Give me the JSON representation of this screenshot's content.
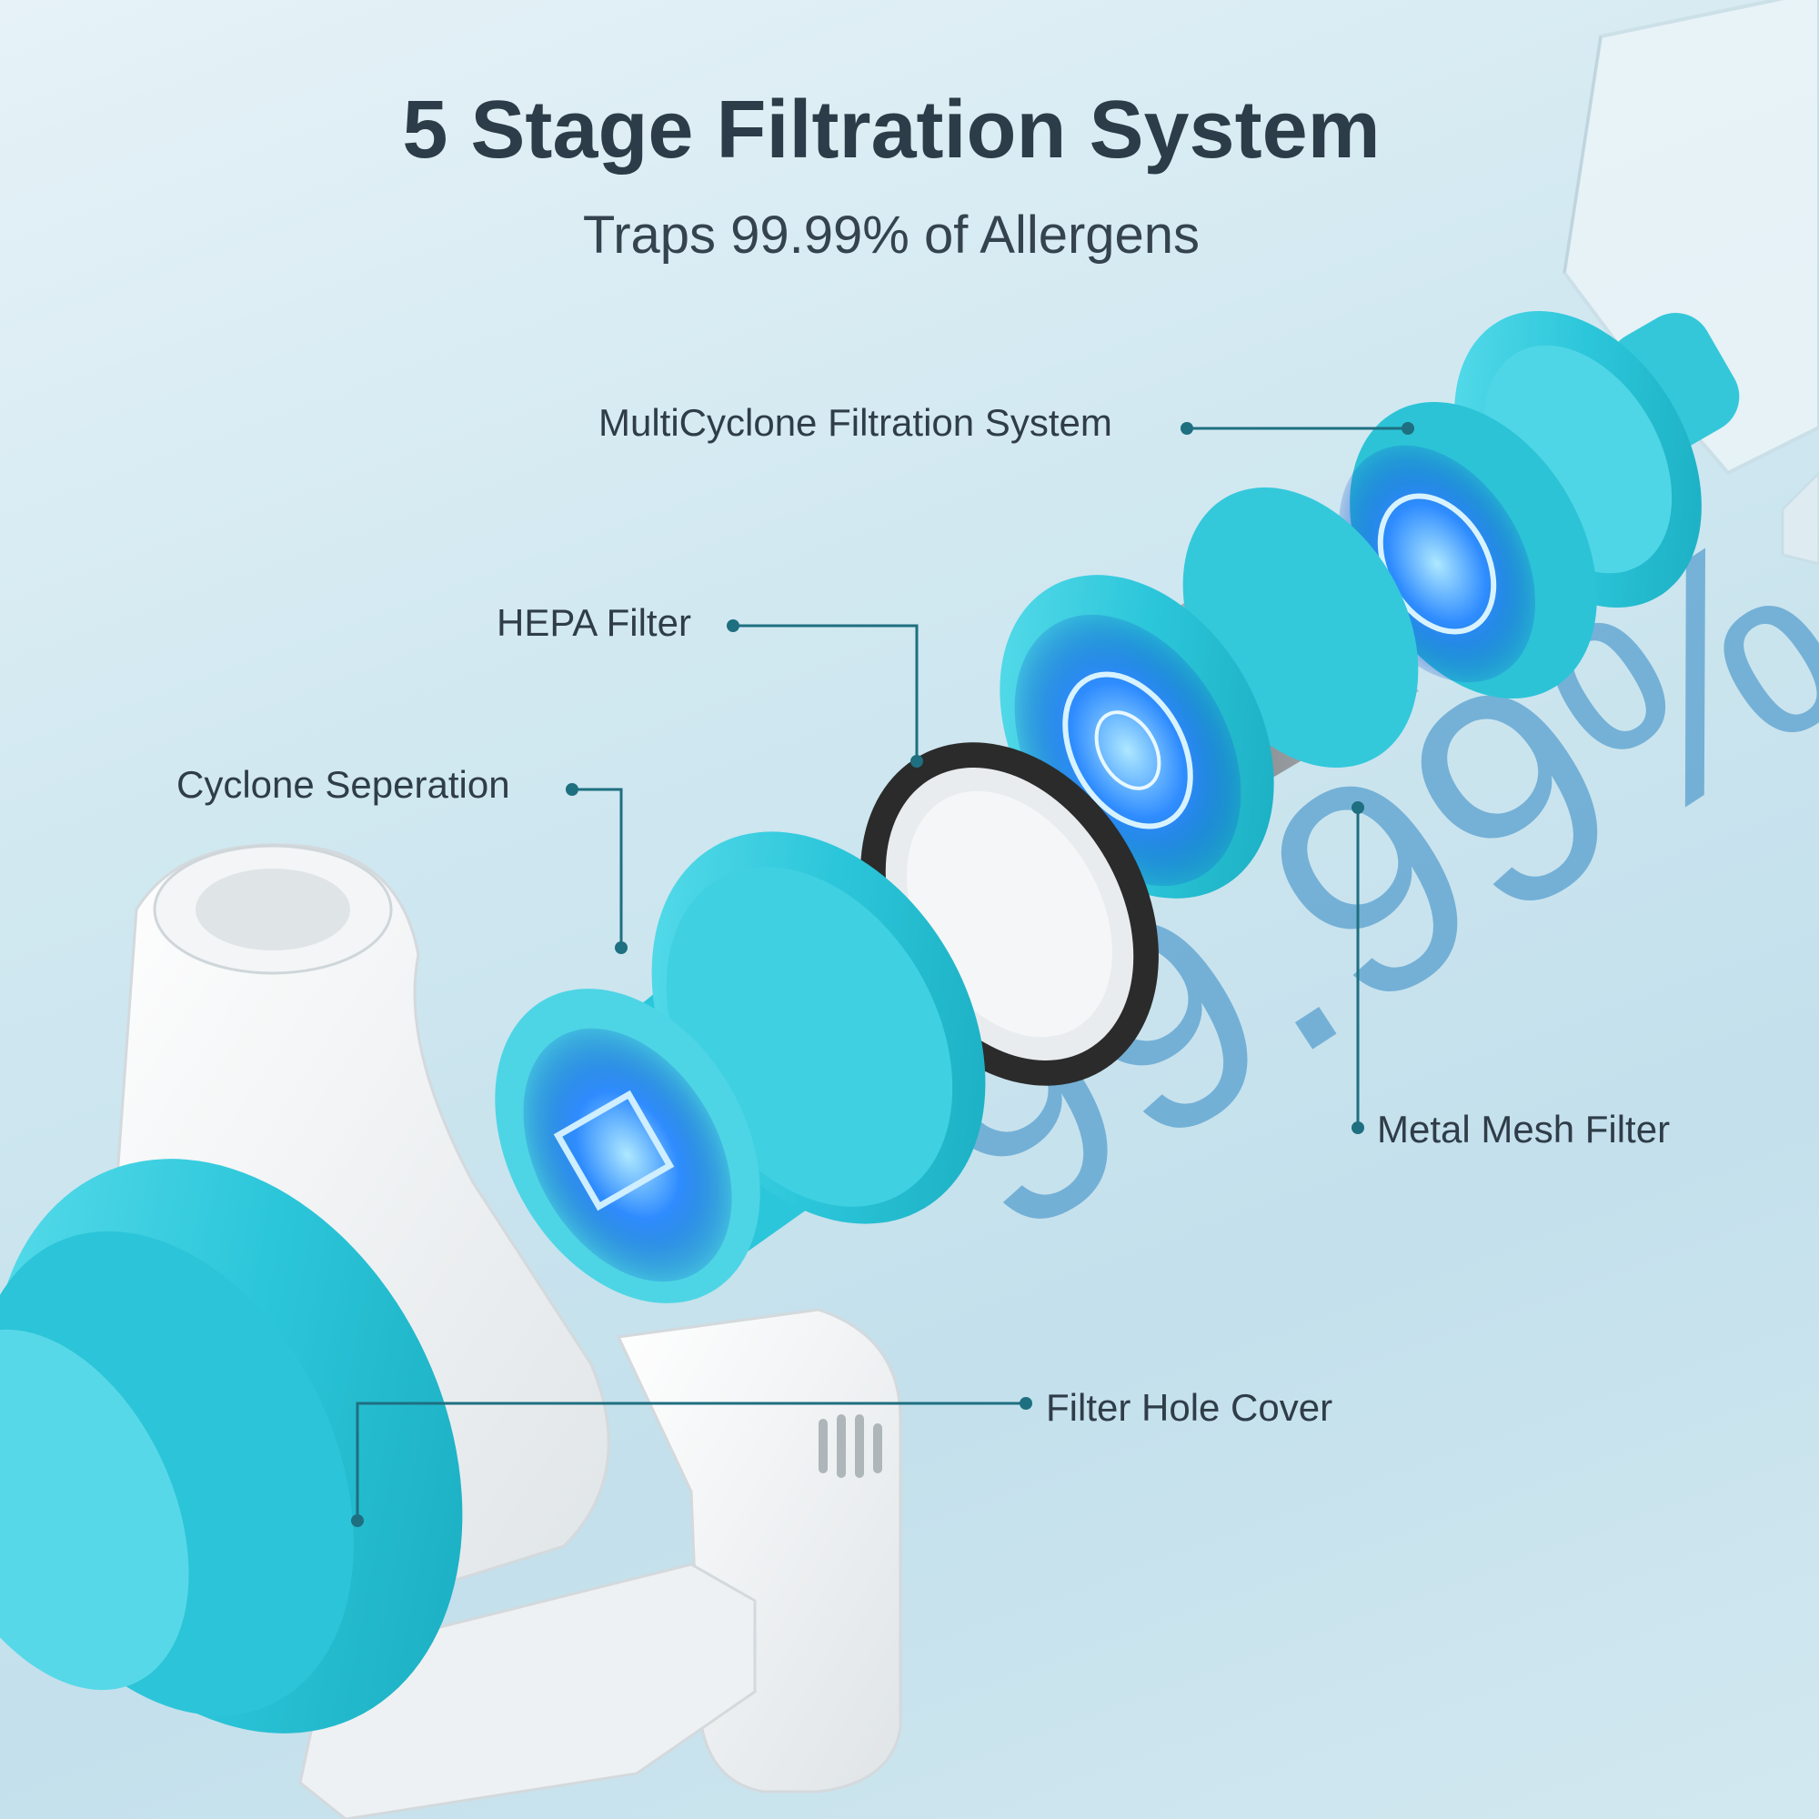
{
  "header": {
    "title": "5 Stage Filtration System",
    "subtitle": "Traps 99.99% of Allergens"
  },
  "callouts": [
    {
      "id": "multicyclone",
      "label": "MultiCyclone Filtration System"
    },
    {
      "id": "hepa",
      "label": "HEPA Filter"
    },
    {
      "id": "cyclone",
      "label": "Cyclone Seperation"
    },
    {
      "id": "metal-mesh",
      "label": "Metal Mesh Filter"
    },
    {
      "id": "filter-hole",
      "label": "Filter Hole Cover"
    }
  ],
  "watermark": "99.99%",
  "colors": {
    "accent": "#1ec0d6",
    "leader_line": "#1e6f80",
    "title": "#2c3c48",
    "watermark": "#2f86c2"
  }
}
